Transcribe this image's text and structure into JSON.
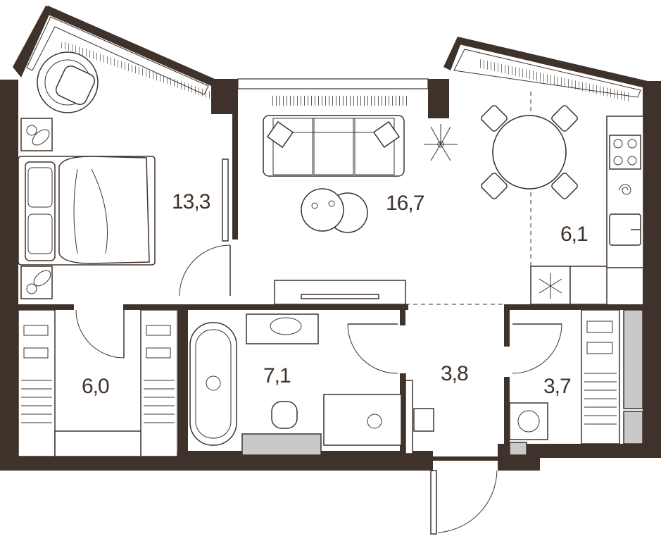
{
  "plan": {
    "rooms": [
      {
        "id": "bedroom",
        "area": "13,3"
      },
      {
        "id": "living-room",
        "area": "16,7"
      },
      {
        "id": "kitchen",
        "area": "6,1"
      },
      {
        "id": "wardrobe",
        "area": "6,0"
      },
      {
        "id": "bathroom",
        "area": "7,1"
      },
      {
        "id": "hallway",
        "area": "3,8"
      },
      {
        "id": "laundry",
        "area": "3,7"
      }
    ]
  }
}
